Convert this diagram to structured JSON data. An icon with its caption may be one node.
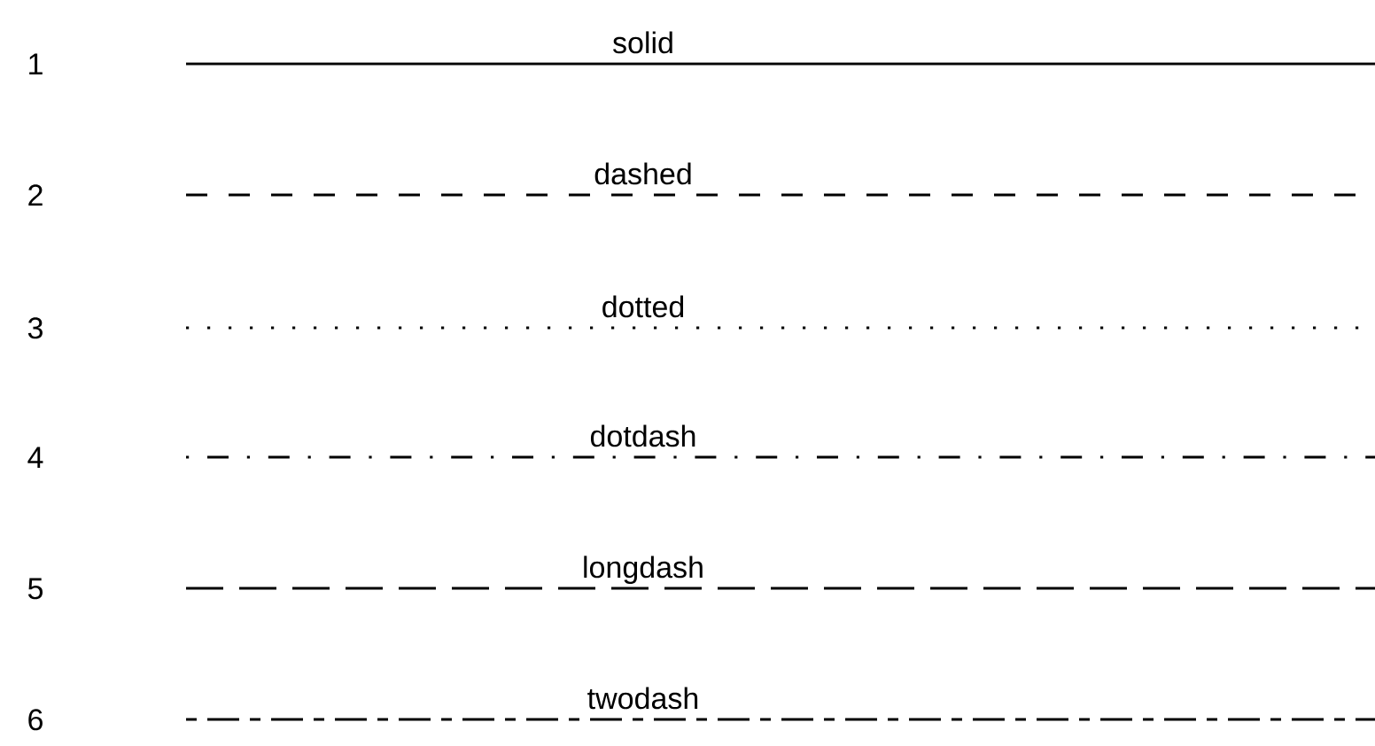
{
  "diagram": {
    "labels": [
      "1",
      "2",
      "3",
      "4",
      "5",
      "6"
    ],
    "legend": [
      {
        "text": "solid"
      },
      {
        "text": "dashed"
      },
      {
        "text": "dotted"
      },
      {
        "text": "dotdash"
      },
      {
        "text": "longdash"
      },
      {
        "text": "twodash"
      }
    ]
  }
}
